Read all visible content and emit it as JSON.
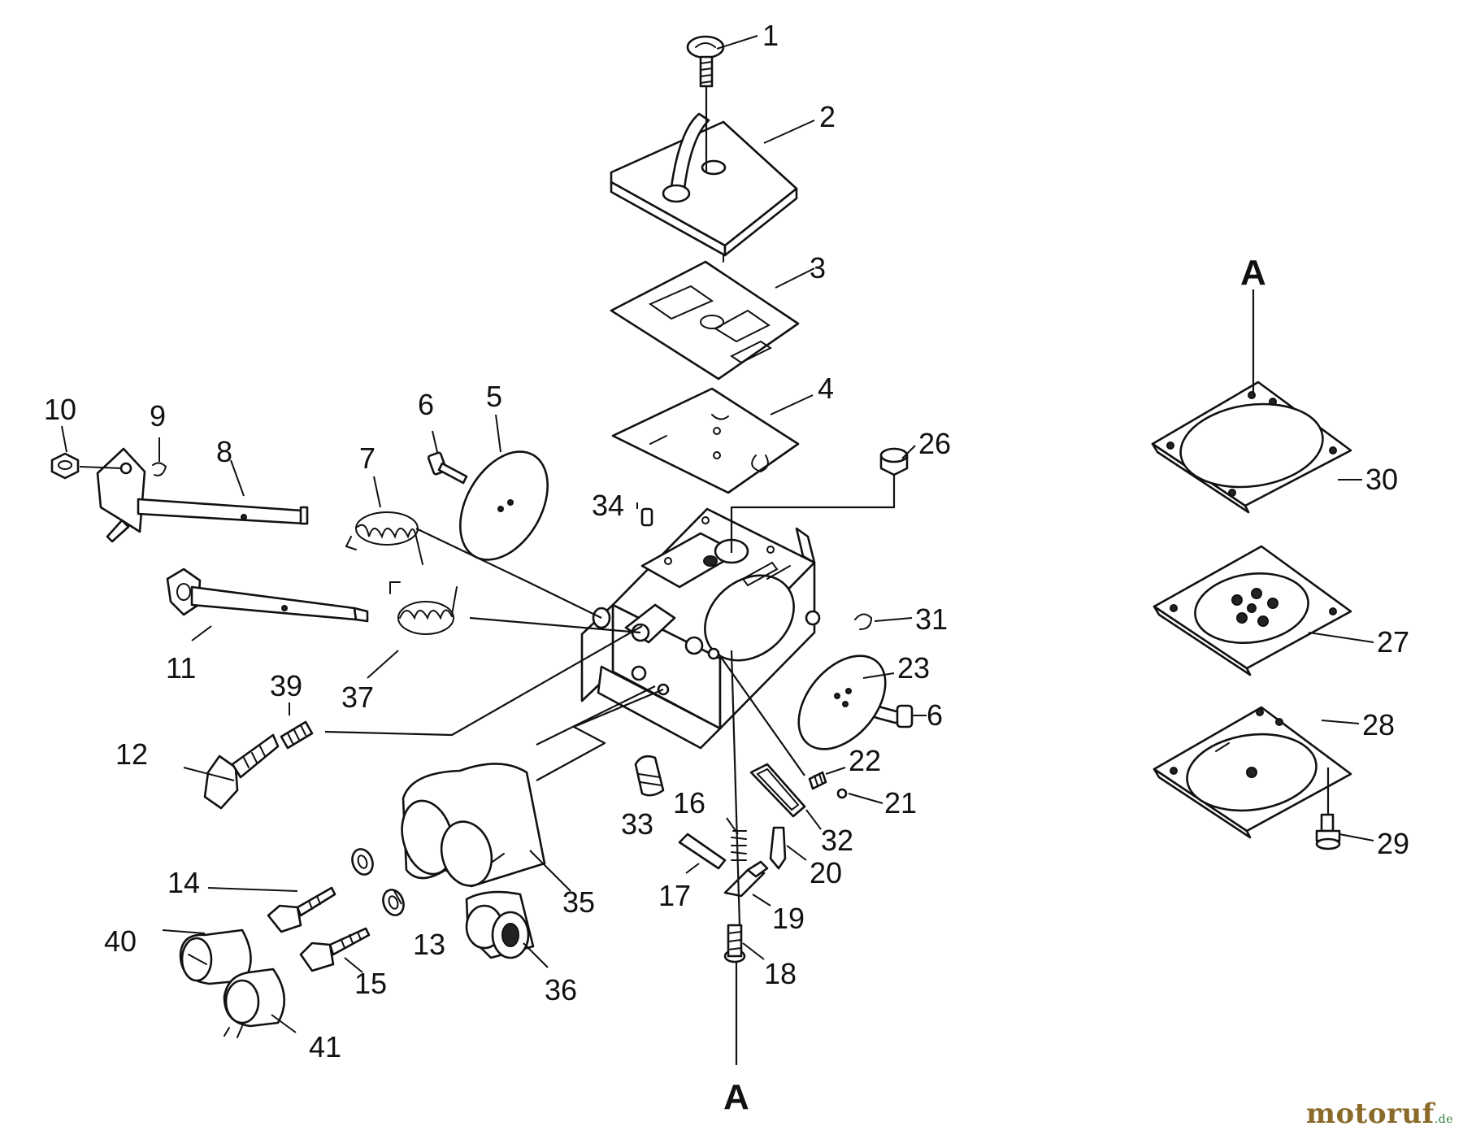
{
  "callouts": {
    "n1": "1",
    "n2": "2",
    "n3": "3",
    "n4": "4",
    "n5": "5",
    "n6": "6",
    "n6b": "6",
    "n7": "7",
    "n8": "8",
    "n9": "9",
    "n10": "10",
    "n11": "11",
    "n12": "12",
    "n13": "13",
    "n14": "14",
    "n15": "15",
    "n16": "16",
    "n17": "17",
    "n18": "18",
    "n19": "19",
    "n20": "20",
    "n21": "21",
    "n22": "22",
    "n23": "23",
    "n26": "26",
    "n27": "27",
    "n28": "28",
    "n29": "29",
    "n30": "30",
    "n31": "31",
    "n32": "32",
    "n33": "33",
    "n34": "34",
    "n35": "35",
    "n36": "36",
    "n37": "37",
    "n39": "39",
    "n40": "40",
    "n41": "41"
  },
  "kit_marker": {
    "top": "A",
    "bottom": "A"
  },
  "watermark": {
    "text": "motoruf",
    "suffix": ".de",
    "color_main": "#8b6b2a",
    "color_accent": "#2f7d3a"
  }
}
